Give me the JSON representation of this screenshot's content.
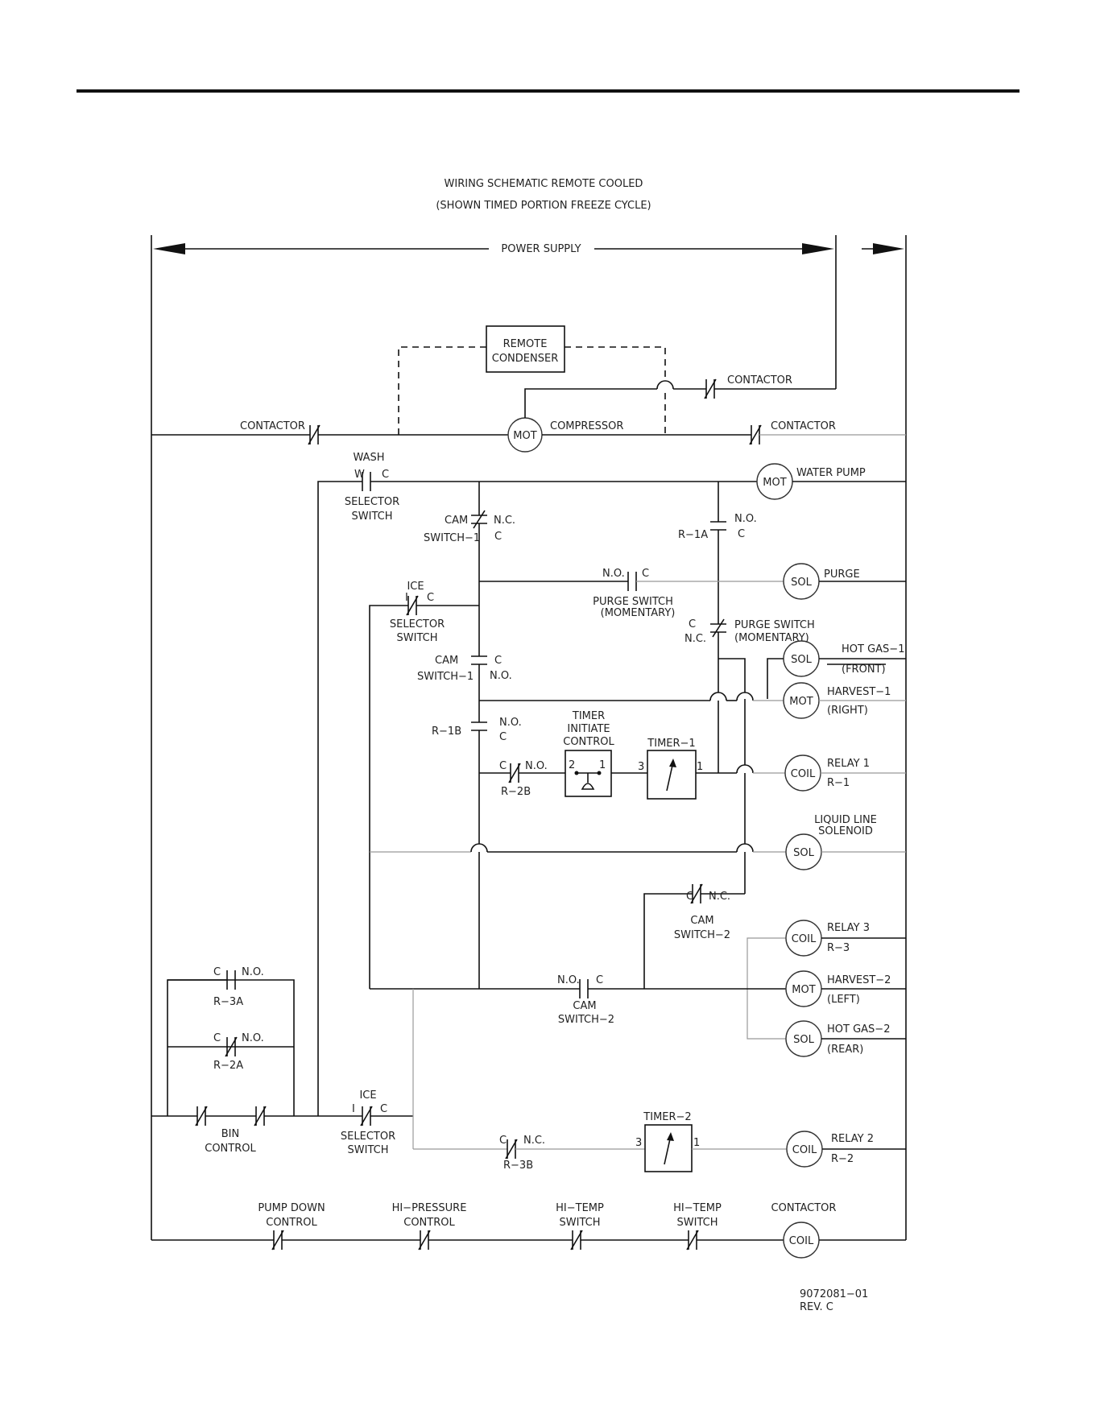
{
  "title": {
    "line1": "WIRING  SCHEMATIC  REMOTE  COOLED",
    "line2": "(SHOWN  TIMED  PORTION  FREEZE  CYCLE)"
  },
  "power_supply": "POWER  SUPPLY",
  "remote_condenser": [
    "REMOTE",
    "CONDENSER"
  ],
  "labels": {
    "contactor": "CONTACTOR",
    "compressor": "COMPRESSOR",
    "wash": "WASH",
    "w": "W",
    "c": "C",
    "i": "I",
    "ice": "ICE",
    "selector": "SELECTOR",
    "switch": "SWITCH",
    "water_pump": "WATER  PUMP",
    "cam": "CAM",
    "cam_switch_1": "SWITCH−1",
    "cam_switch_2": "SWITCH−2",
    "nc": "N.C.",
    "no": "N.O.",
    "r1a": "R−1A",
    "r1b": "R−1B",
    "r2a": "R−2A",
    "r2b": "R−2B",
    "r3a": "R−3A",
    "r3b": "R−3B",
    "purge_switch": "PURGE  SWITCH",
    "momentary": "(MOMENTARY)",
    "purge": "PURGE",
    "hot_gas_1": "HOT  GAS−1",
    "front": "(FRONT)",
    "harvest_1": "HARVEST−1",
    "right": "(RIGHT)",
    "timer_initiate": [
      "TIMER",
      "INITIATE",
      "CONTROL"
    ],
    "timer_1": "TIMER−1",
    "timer_2": "TIMER−2",
    "relay_1": "RELAY  1",
    "r1": "R−1",
    "liquid_line": [
      "LIQUID  LINE",
      "SOLENOID"
    ],
    "relay_3": "RELAY  3",
    "r3": "R−3",
    "harvest_2": "HARVEST−2",
    "left": "(LEFT)",
    "hot_gas_2": "HOT  GAS−2",
    "rear": "(REAR)",
    "bin_control": [
      "BIN",
      "CONTROL"
    ],
    "relay_2": "RELAY  2",
    "r2": "R−2",
    "pump_down": [
      "PUMP  DOWN",
      "CONTROL"
    ],
    "hi_pressure": [
      "HI−PRESSURE",
      "CONTROL"
    ],
    "hi_temp": [
      "HI−TEMP",
      "SWITCH"
    ],
    "t2": "2",
    "t1": "1",
    "t3": "3"
  },
  "loads": {
    "mot": "MOT",
    "sol": "SOL",
    "coil": "COIL"
  },
  "drawing_number": "9072081−01",
  "revision": "REV.  C"
}
